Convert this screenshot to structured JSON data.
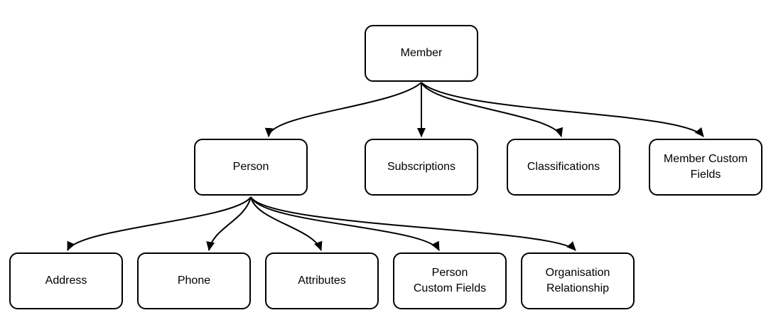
{
  "nodes": {
    "member": "Member",
    "person": "Person",
    "subscriptions": "Subscriptions",
    "classifications": "Classifications",
    "member_custom_fields": "Member Custom Fields",
    "address": "Address",
    "phone": "Phone",
    "attributes": "Attributes",
    "person_custom_fields": "Person Custom Fields",
    "organisation_relationship": "Organisation Relationship"
  },
  "edges": [
    {
      "from": "Member",
      "to": "Person"
    },
    {
      "from": "Member",
      "to": "Subscriptions"
    },
    {
      "from": "Member",
      "to": "Classifications"
    },
    {
      "from": "Member",
      "to": "Member Custom Fields"
    },
    {
      "from": "Person",
      "to": "Address"
    },
    {
      "from": "Person",
      "to": "Phone"
    },
    {
      "from": "Person",
      "to": "Attributes"
    },
    {
      "from": "Person",
      "to": "Person Custom Fields"
    },
    {
      "from": "Person",
      "to": "Organisation Relationship"
    }
  ],
  "colors": {
    "line": "#000000",
    "node_border": "#000000",
    "node_fill": "#ffffff",
    "background": "#ffffff"
  }
}
